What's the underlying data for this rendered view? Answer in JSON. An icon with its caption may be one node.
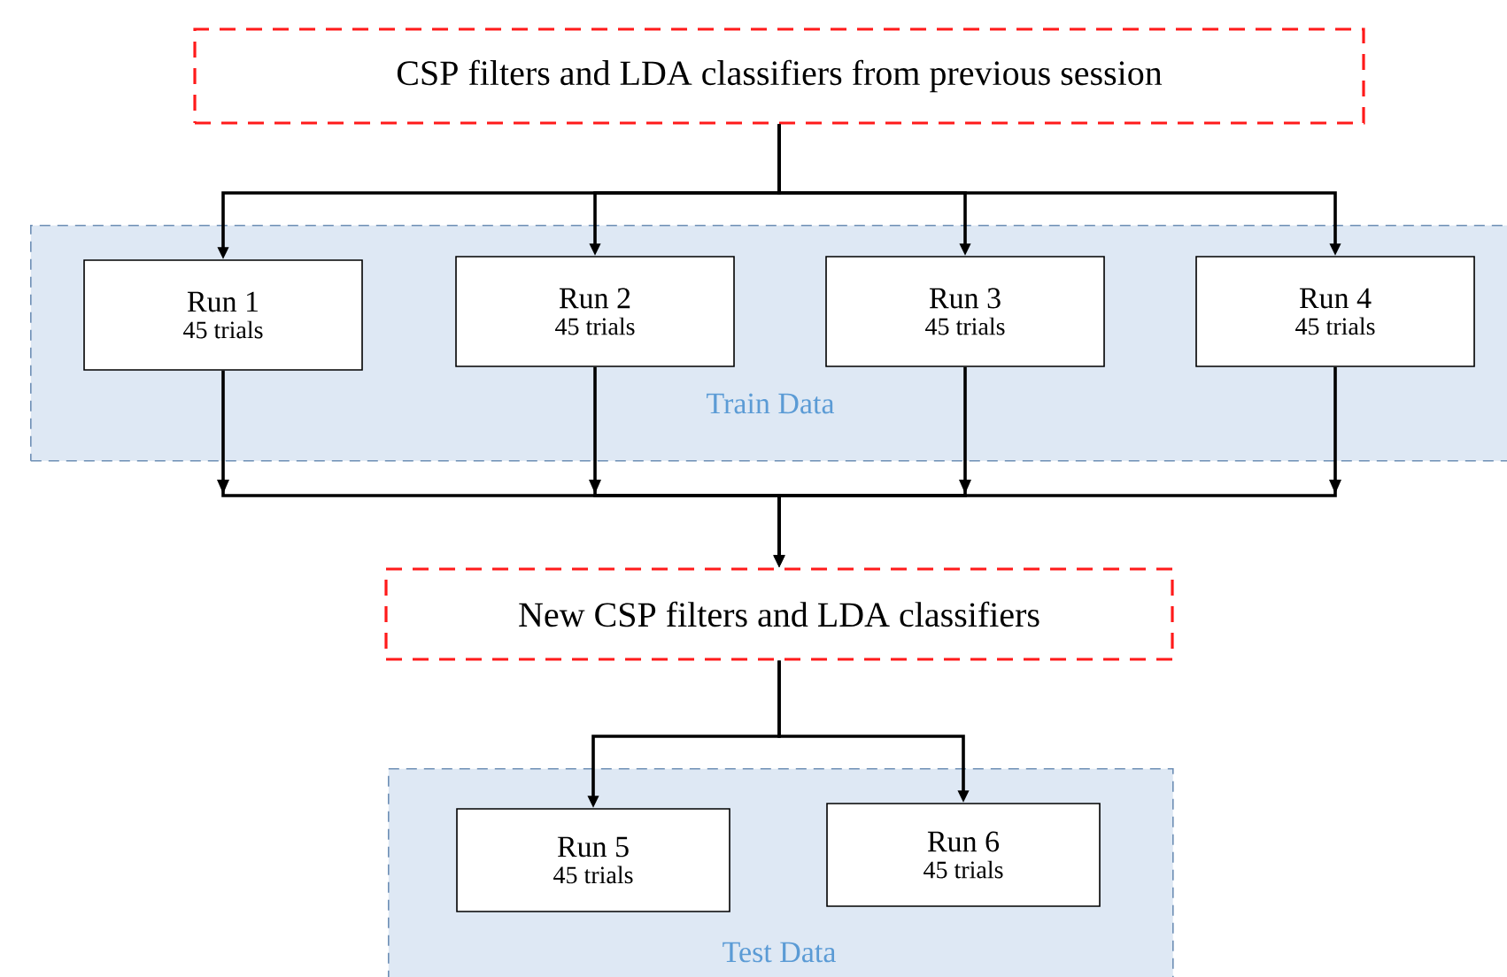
{
  "diagram": {
    "nodes": [
      {
        "text": [
          "CSP filters and LDA classifiers from previous session"
        ]
      },
      {
        "text": [
          "Train Data"
        ]
      },
      {
        "text": [
          "Run 1",
          "45 trials"
        ],
        "in": 1
      },
      {
        "text": [
          "Run 2",
          "45 trials"
        ],
        "in": 1
      },
      {
        "text": [
          "Run 3",
          "45 trials"
        ],
        "in": 1
      },
      {
        "text": [
          "Run 4",
          "45 trials"
        ],
        "in": 1
      },
      {
        "text": [
          "New CSP filters and LDA classifiers"
        ]
      },
      {
        "text": [
          "Test Data"
        ]
      },
      {
        "text": [
          "Run 5",
          "45 trials"
        ],
        "in": 7
      },
      {
        "text": [
          "Run 6",
          "45 trials"
        ],
        "in": 7
      }
    ],
    "edges": [
      {
        "from": 0,
        "to": 2,
        "arrow": "to"
      },
      {
        "from": 0,
        "to": 3,
        "arrow": "to"
      },
      {
        "from": 0,
        "to": 4,
        "arrow": "to"
      },
      {
        "from": 0,
        "to": 5,
        "arrow": "to"
      },
      {
        "from": 2,
        "to": 6,
        "arrow": "to"
      },
      {
        "from": 3,
        "to": 6,
        "arrow": "to"
      },
      {
        "from": 4,
        "to": 6,
        "arrow": "to"
      },
      {
        "from": 5,
        "to": 6,
        "arrow": "to"
      },
      {
        "from": 6,
        "to": 8,
        "arrow": "to"
      },
      {
        "from": 6,
        "to": 9,
        "arrow": "to"
      }
    ]
  }
}
